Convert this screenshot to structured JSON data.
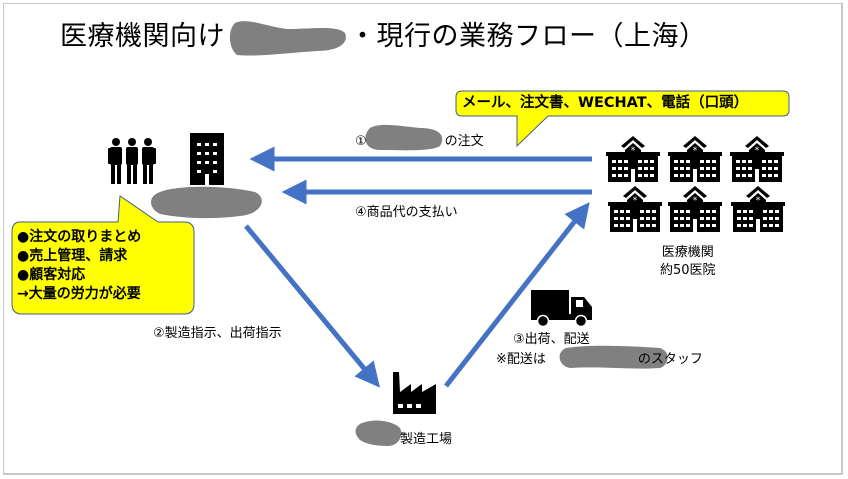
{
  "title": {
    "prefix": "医療機関向け",
    "suffix": "・現行の業務フロー（上海）"
  },
  "colors": {
    "arrow": "#4472C4",
    "callout_fill": "#FFFF00",
    "callout_border": "#3F5E8C",
    "redaction": "#808080"
  },
  "hospital_callout": {
    "text": "メール、注文書、WECHAT、電話（口頭）"
  },
  "company_callout": {
    "lines": [
      "●注文の取りまとめ",
      "●売上管理、請求",
      "●顧客対応",
      "→大量の労力が必要"
    ]
  },
  "flows": {
    "step1_prefix": "①",
    "step1_suffix": "の注文",
    "step2": "②製造指示、出荷指示",
    "step3": "③出荷、配送",
    "step3_note_prefix": "※配送は",
    "step3_note_suffix": "のスタッフ",
    "step4": "④商品代の支払い"
  },
  "nodes": {
    "company": {
      "icons": [
        "people-icon",
        "office-building-icon"
      ]
    },
    "hospitals": {
      "count_icons": 6,
      "label_line1": "医療機関",
      "label_line2": "約50医院"
    },
    "factory": {
      "label_suffix": "製造工場"
    },
    "truck": {
      "icon": "truck-icon"
    }
  }
}
